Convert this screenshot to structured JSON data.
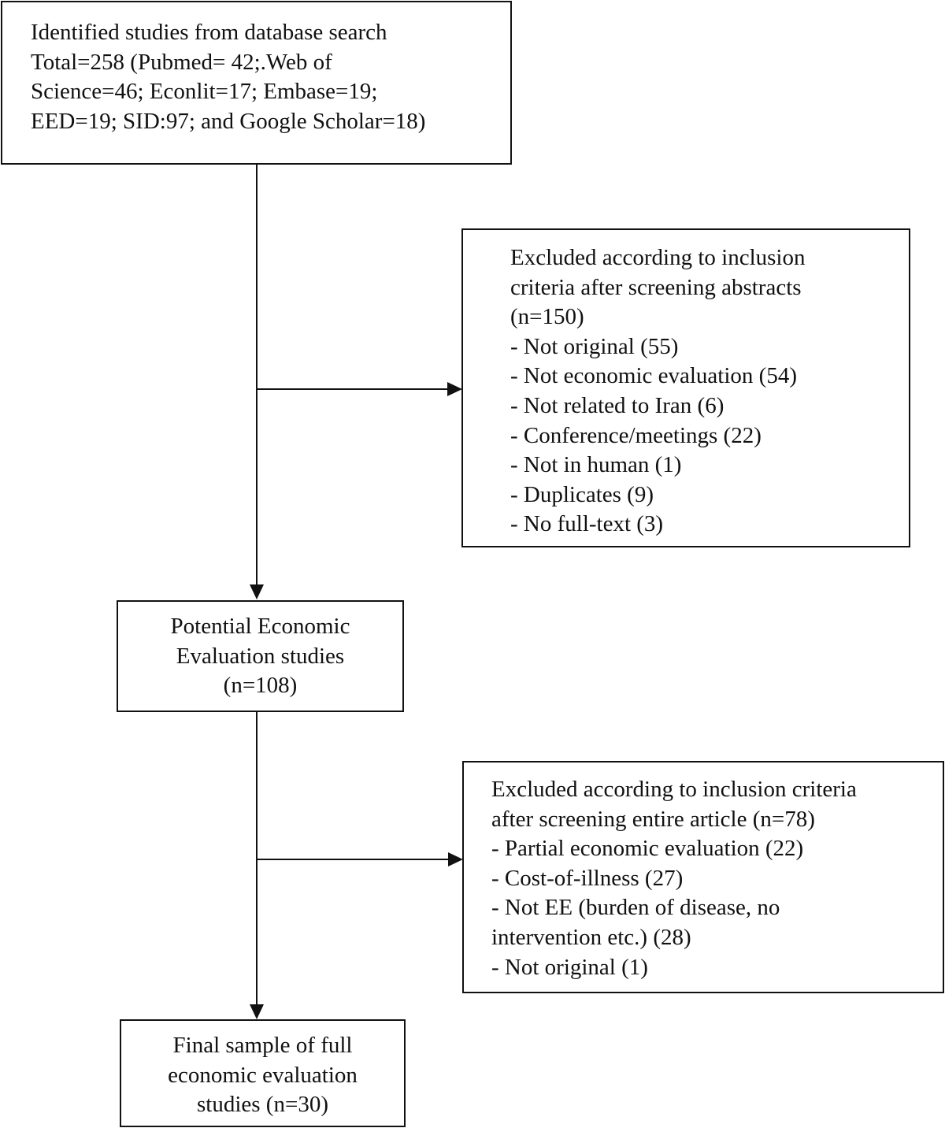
{
  "nodes": {
    "search": {
      "lines": [
        "Identified studies from database search",
        "Total=258 (Pubmed= 42;.Web of",
        "Science=46; Econlit=17; Embase=19;",
        "EED=19; SID:97; and Google Scholar=18)"
      ]
    },
    "excluded_abstracts": {
      "lines": [
        "Excluded according to inclusion",
        "criteria after screening abstracts",
        "(n=150)",
        "- Not original (55)",
        "- Not economic evaluation (54)",
        "- Not related to Iran (6)",
        "- Conference/meetings (22)",
        "- Not in human (1)",
        "- Duplicates (9)",
        "- No full-text (3)"
      ]
    },
    "potential": {
      "lines": [
        "Potential Economic",
        "Evaluation studies",
        "(n=108)"
      ]
    },
    "excluded_articles": {
      "lines": [
        "Excluded according to inclusion criteria",
        "after screening entire article (n=78)",
        "- Partial economic evaluation (22)",
        "- Cost-of-illness (27)",
        "- Not EE (burden of disease, no",
        "intervention etc.) (28)",
        "- Not original (1)"
      ]
    },
    "final": {
      "lines": [
        "Final sample of full",
        "economic evaluation",
        "studies (n=30)"
      ]
    }
  },
  "edges": [
    {
      "from": "search",
      "to": "potential"
    },
    {
      "from": "search",
      "to": "excluded_abstracts"
    },
    {
      "from": "potential",
      "to": "final"
    },
    {
      "from": "potential",
      "to": "excluded_articles"
    }
  ]
}
